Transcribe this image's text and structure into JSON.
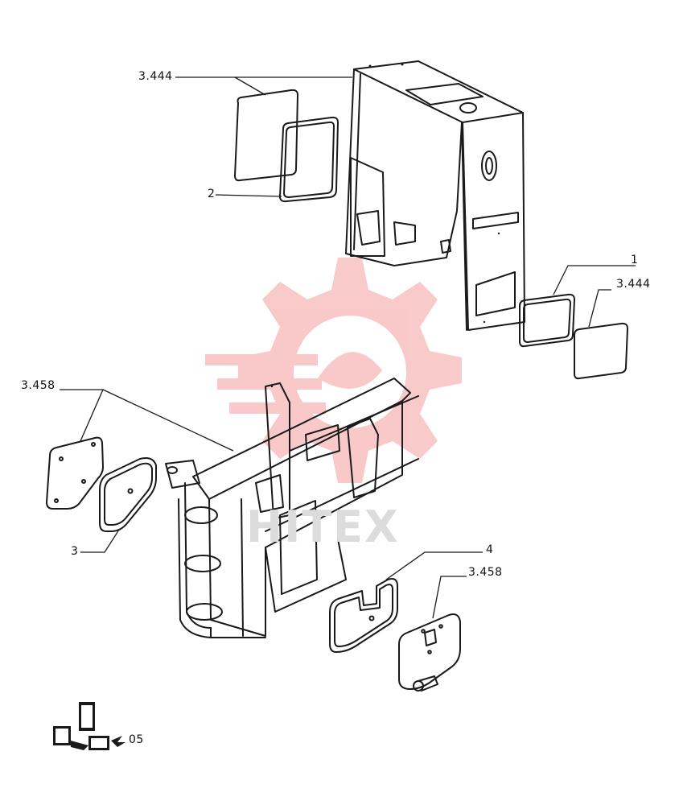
{
  "labels": {
    "l1": "3.444",
    "l2": "2",
    "l3": "1",
    "l4": "3.444",
    "l5": "3.458",
    "l6": "3",
    "l7": "4",
    "l8": "3.458",
    "l9": "05"
  },
  "watermark": {
    "text": "HITEX",
    "color": "#f5b5b5"
  },
  "colors": {
    "ink": "#1a1a1a"
  }
}
